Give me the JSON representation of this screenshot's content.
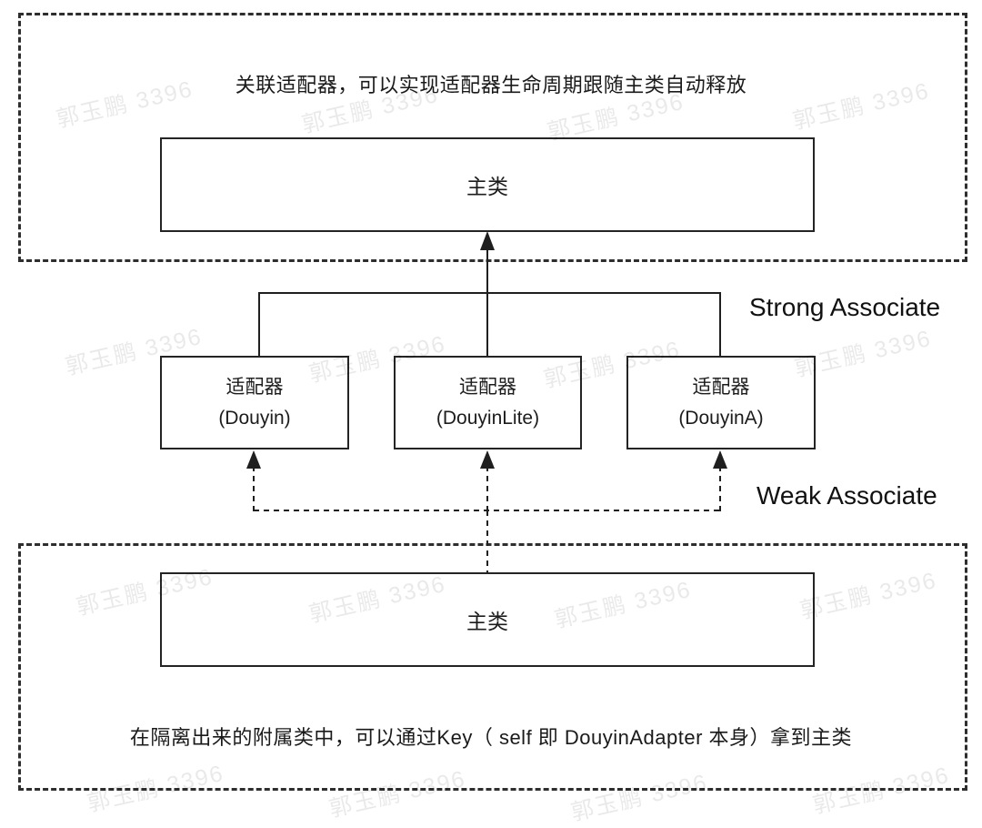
{
  "top_section": {
    "caption": "关联适配器，可以实现适配器生命周期跟随主类自动释放",
    "main_class": "主类"
  },
  "adapters": [
    {
      "title": "适配器",
      "subtitle": "(Douyin)"
    },
    {
      "title": "适配器",
      "subtitle": "(DouyinLite)"
    },
    {
      "title": "适配器",
      "subtitle": "(DouyinA)"
    }
  ],
  "labels": {
    "strong": "Strong Associate",
    "weak": "Weak Associate"
  },
  "bottom_section": {
    "main_class": "主类",
    "caption": "在隔离出来的附属类中，可以通过Key（ self 即 DouyinAdapter 本身）拿到主类"
  },
  "watermark": {
    "text": "郭玉鹏 3396"
  },
  "colors": {
    "line": "#1f1f1f",
    "box_border": "#242424",
    "dashed_border": "#2e2e2e",
    "text": "#1a1a1a",
    "watermark": "rgba(0,0,0,0.085)"
  }
}
